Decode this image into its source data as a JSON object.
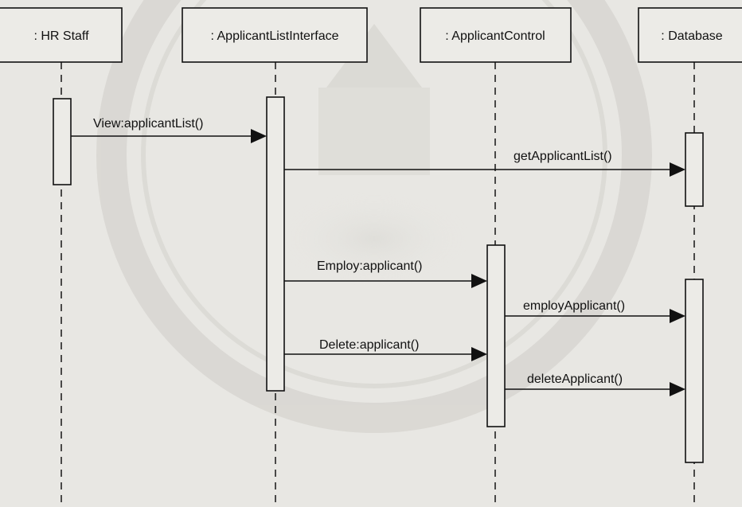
{
  "diagram": {
    "lifelines": [
      {
        "id": "hr",
        "label": ": HR Staff"
      },
      {
        "id": "ui",
        "label": ": ApplicantListInterface"
      },
      {
        "id": "ctrl",
        "label": ": ApplicantControl"
      },
      {
        "id": "db",
        "label": ": Database"
      }
    ],
    "messages": [
      {
        "id": "m1",
        "label": "View:applicantList()",
        "from": "hr",
        "to": "ui"
      },
      {
        "id": "m2",
        "label": "getApplicantList()",
        "from": "ui",
        "to": "db"
      },
      {
        "id": "m3",
        "label": "Employ:applicant()",
        "from": "ui",
        "to": "ctrl"
      },
      {
        "id": "m4",
        "label": "employApplicant()",
        "from": "ctrl",
        "to": "db"
      },
      {
        "id": "m5",
        "label": "Delete:applicant()",
        "from": "ui",
        "to": "ctrl"
      },
      {
        "id": "m6",
        "label": "deleteApplicant()",
        "from": "ctrl",
        "to": "db"
      }
    ]
  }
}
